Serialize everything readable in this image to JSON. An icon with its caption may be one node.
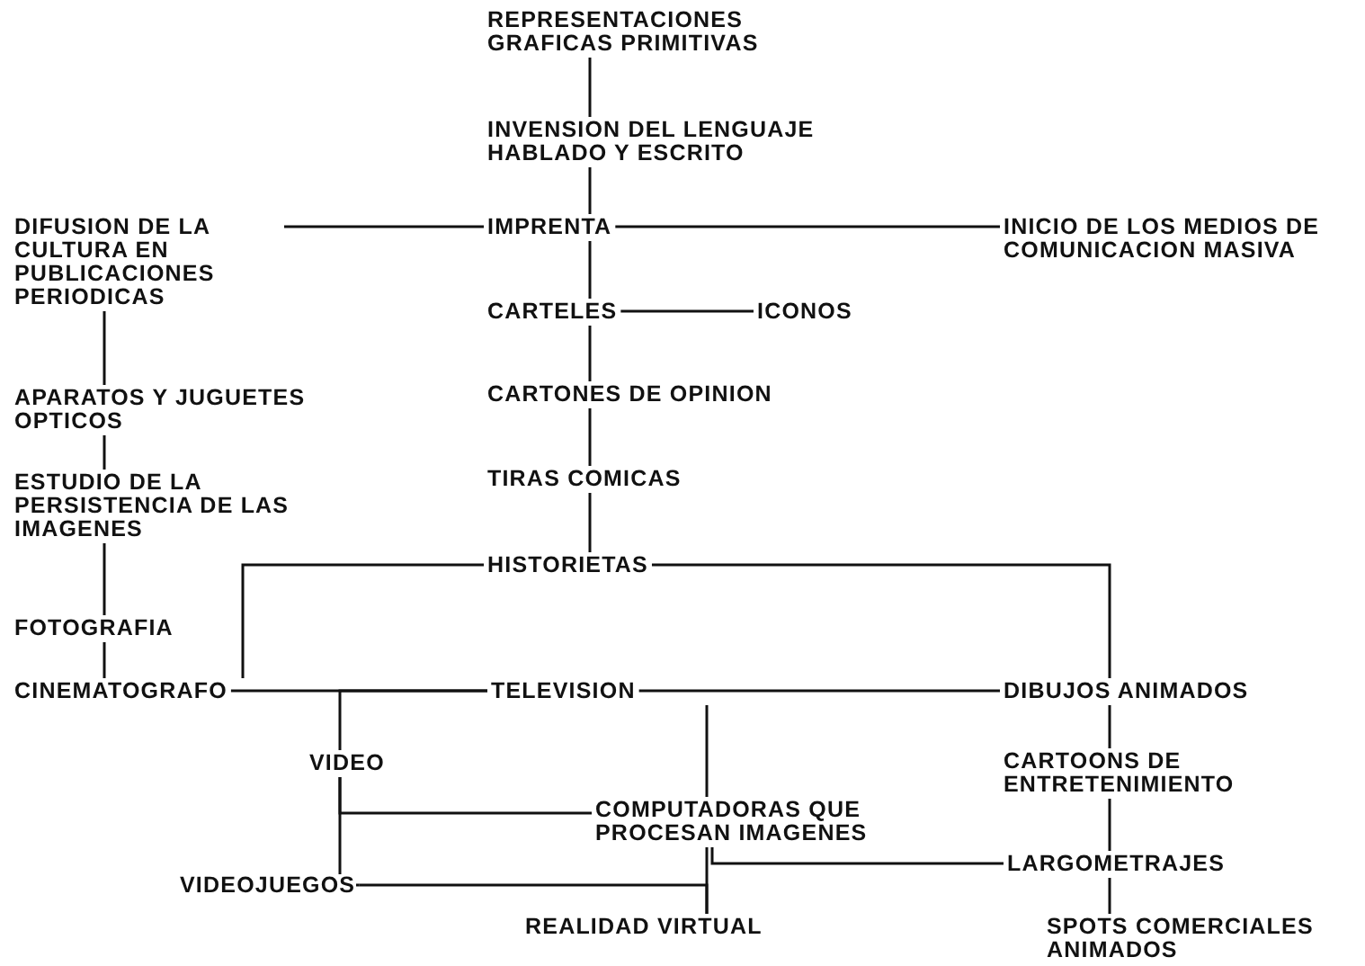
{
  "diagram": {
    "nodes": [
      {
        "text": [
          "REPRESENTACIONES GRAFICAS PRIMITIVAS"
        ]
      },
      {
        "text": [
          "INVENSION DEL LENGUAJE HABLADO Y ESCRITO"
        ]
      },
      {
        "text": [
          "IMPRENTA"
        ]
      },
      {
        "text": [
          "DIFUSION DE LA CULTURA EN PUBLICACIONES PERIODICAS"
        ]
      },
      {
        "text": [
          "INICIO DE LOS MEDIOS DE COMUNICACION MASIVA"
        ]
      },
      {
        "text": [
          "CARTELES"
        ]
      },
      {
        "text": [
          "ICONOS"
        ]
      },
      {
        "text": [
          "CARTONES DE OPINION"
        ]
      },
      {
        "text": [
          "TIRAS COMICAS"
        ]
      },
      {
        "text": [
          "HISTORIETAS"
        ]
      },
      {
        "text": [
          "APARATOS Y JUGUETES OPTICOS"
        ]
      },
      {
        "text": [
          "ESTUDIO DE LA PERSISTENCIA DE LAS IMAGENES"
        ]
      },
      {
        "text": [
          "FOTOGRAFIA"
        ]
      },
      {
        "text": [
          "CINEMATOGRAFO"
        ]
      },
      {
        "text": [
          "TELEVISION"
        ]
      },
      {
        "text": [
          "DIBUJOS ANIMADOS"
        ]
      },
      {
        "text": [
          "VIDEO"
        ]
      },
      {
        "text": [
          "CARTOONS DE ENTRETENIMIENTO"
        ]
      },
      {
        "text": [
          "COMPUTADORAS QUE PROCESAN IMAGENES"
        ]
      },
      {
        "text": [
          "LARGOMETRAJES"
        ]
      },
      {
        "text": [
          "VIDEOJUEGOS"
        ]
      },
      {
        "text": [
          "REALIDAD VIRTUAL"
        ]
      },
      {
        "text": [
          "SPOTS COMERCIALES ANIMADOS"
        ]
      }
    ],
    "edges": [
      {
        "from": 0,
        "to": 1,
        "arrow": "none"
      },
      {
        "from": 1,
        "to": 2,
        "arrow": "none"
      },
      {
        "from": 2,
        "to": 3,
        "arrow": "none"
      },
      {
        "from": 2,
        "to": 4,
        "arrow": "none"
      },
      {
        "from": 2,
        "to": 5,
        "arrow": "none"
      },
      {
        "from": 5,
        "to": 6,
        "arrow": "none"
      },
      {
        "from": 5,
        "to": 7,
        "arrow": "none"
      },
      {
        "from": 7,
        "to": 8,
        "arrow": "none"
      },
      {
        "from": 8,
        "to": 9,
        "arrow": "none"
      },
      {
        "from": 3,
        "to": 10,
        "arrow": "none"
      },
      {
        "from": 10,
        "to": 11,
        "arrow": "none"
      },
      {
        "from": 11,
        "to": 12,
        "arrow": "none"
      },
      {
        "from": 12,
        "to": 13,
        "arrow": "none"
      },
      {
        "from": 9,
        "to": 13,
        "arrow": "none"
      },
      {
        "from": 9,
        "to": 15,
        "arrow": "none"
      },
      {
        "from": 13,
        "to": 14,
        "arrow": "none"
      },
      {
        "from": 14,
        "to": 15,
        "arrow": "none"
      },
      {
        "from": 14,
        "to": 16,
        "arrow": "none"
      },
      {
        "from": 16,
        "to": 18,
        "arrow": "none"
      },
      {
        "from": 16,
        "to": 20,
        "arrow": "none"
      },
      {
        "from": 14,
        "to": 18,
        "arrow": "none"
      },
      {
        "from": 18,
        "to": 21,
        "arrow": "none"
      },
      {
        "from": 20,
        "to": 21,
        "arrow": "none"
      },
      {
        "from": 18,
        "to": 19,
        "arrow": "none"
      },
      {
        "from": 15,
        "to": 17,
        "arrow": "none"
      },
      {
        "from": 17,
        "to": 19,
        "arrow": "none"
      },
      {
        "from": 19,
        "to": 22,
        "arrow": "none"
      }
    ]
  }
}
